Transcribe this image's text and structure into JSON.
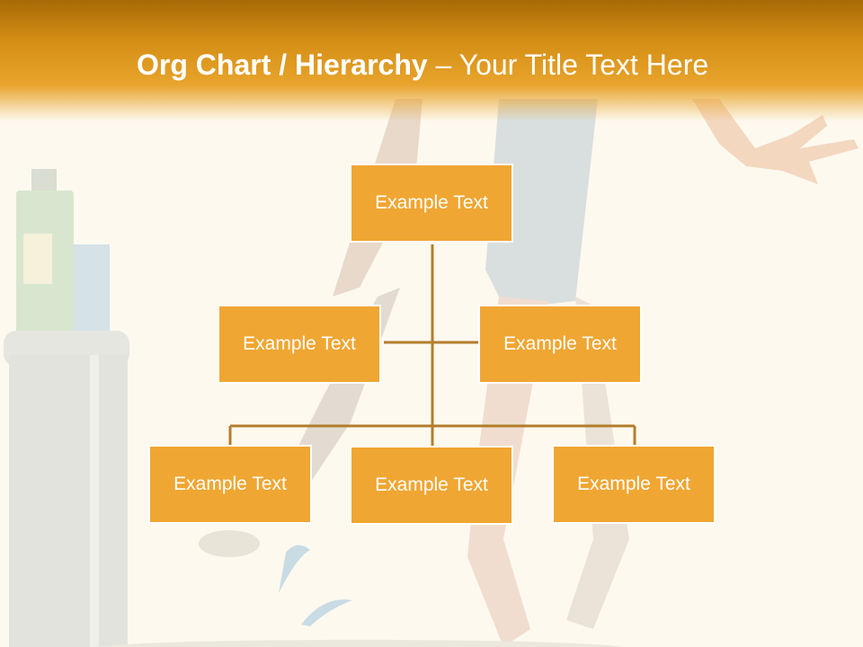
{
  "slide": {
    "title_bold": "Org Chart / Hierarchy",
    "title_dash": "–",
    "title_rest": "Your Title Text Here"
  },
  "org_chart": {
    "root": "Example Text",
    "level2": [
      "Example Text",
      "Example Text"
    ],
    "level3": [
      "Example Text",
      "Example Text",
      "Example Text"
    ]
  },
  "colors": {
    "header": "#d58f16",
    "node_fill": "#f0a632",
    "connector": "#b27e2c",
    "background": "#fdf9ef"
  }
}
